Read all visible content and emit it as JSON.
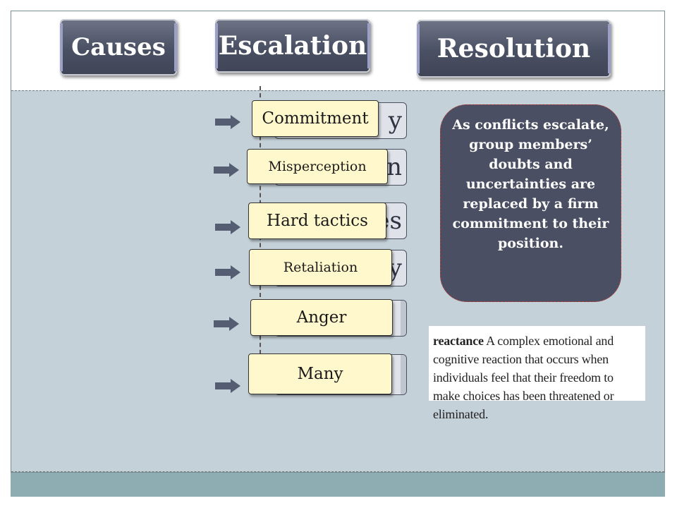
{
  "header": {
    "causes_label": "Causes",
    "escalation_label": "Escalation",
    "resolution_label": "Resolution"
  },
  "escalation_items": [
    {
      "back_tail": "y",
      "tag": "Commitment"
    },
    {
      "back_tail": "n",
      "tag": "Misperception"
    },
    {
      "back_tail": "es",
      "tag": "Hard tactics"
    },
    {
      "back_tail": "y",
      "tag": "Retaliation"
    },
    {
      "back_tail": "",
      "tag": "Anger"
    },
    {
      "back_tail": "",
      "tag": "Many"
    }
  ],
  "bubble_text": "As conflicts escalate, group members’ doubts and uncertainties are replaced by a firm commitment to their position.",
  "definition": {
    "term": "reactance",
    "text": "A complex emotional and cognitive reaction that occurs when individuals feel that their freedom to make choices has been threatened or eliminated."
  },
  "colors": {
    "header_button": "#4a5063",
    "content_bg": "#c5d1d8",
    "tag_bg": "#fff8cc",
    "bubble_bg": "#4a4f63",
    "bottom_bar": "#8eadb2"
  }
}
